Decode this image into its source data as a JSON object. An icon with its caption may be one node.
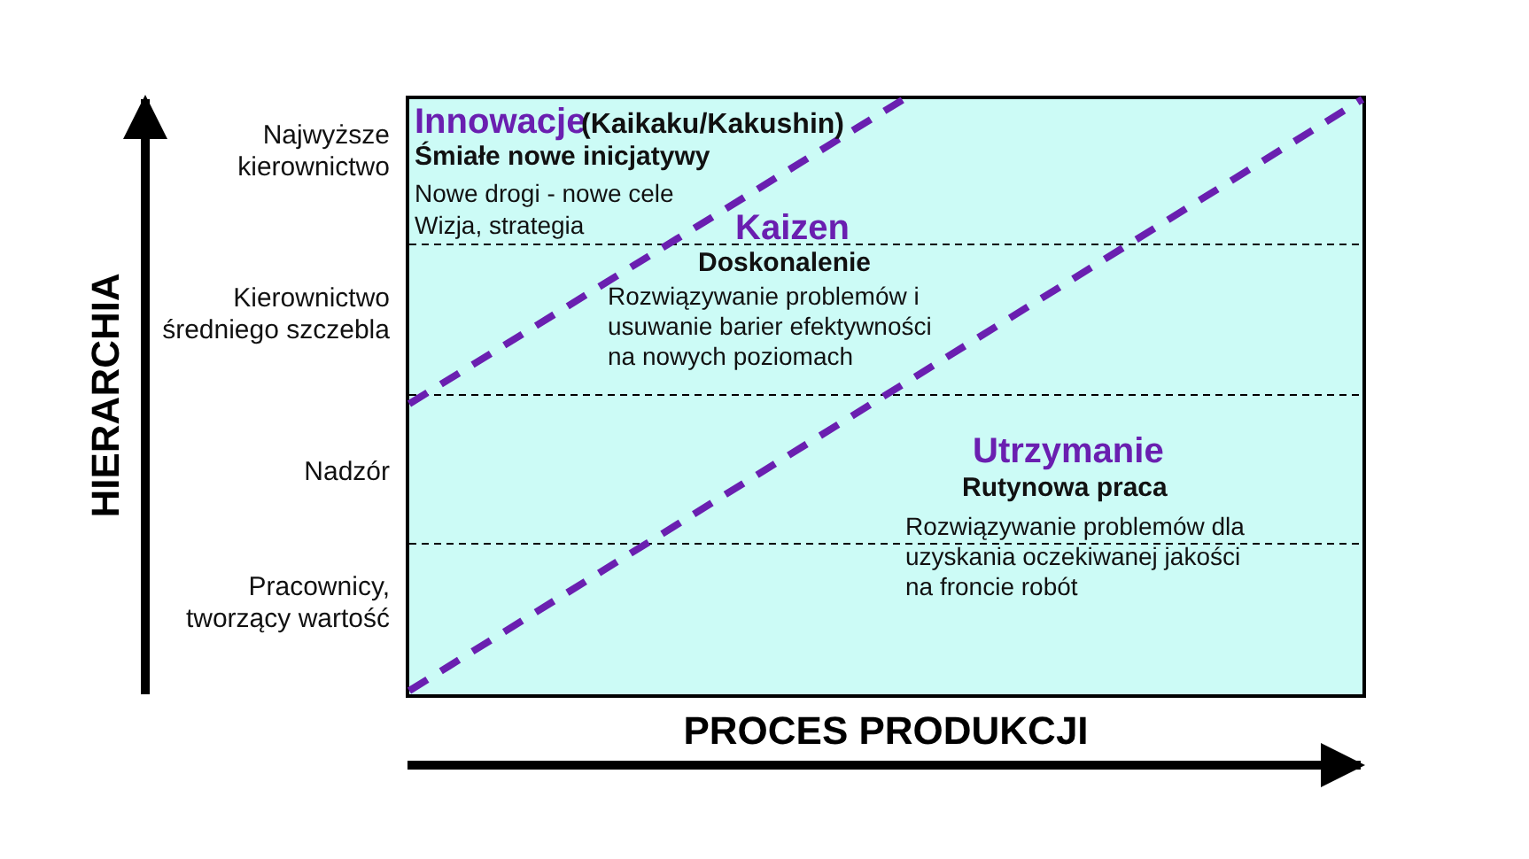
{
  "diagram": {
    "labels": [
      "Najwyższe kierownictwo",
      "Innowacje",
      "(Kaikaku/Kakushin)",
      "Śmiałe nowe inicjatywy",
      "Nowe drogi - nowe cele",
      "Wizja, strategia",
      "Kaizen",
      "Kierownictwo średniego szczebla",
      "Doskonalenie",
      "Rozwiązywanie problemów i usuwanie barier efektywności na nowych poziomach",
      "HIERARCHIA",
      "Nadzór",
      "Utrzymanie",
      "Rutynowa praca",
      "Rozwiązywanie problemów dla uzyskania oczekiwanej jakości na froncie robót",
      "Pracownicy, tworzący wartość",
      "PROCES PRODUKCJI"
    ]
  }
}
